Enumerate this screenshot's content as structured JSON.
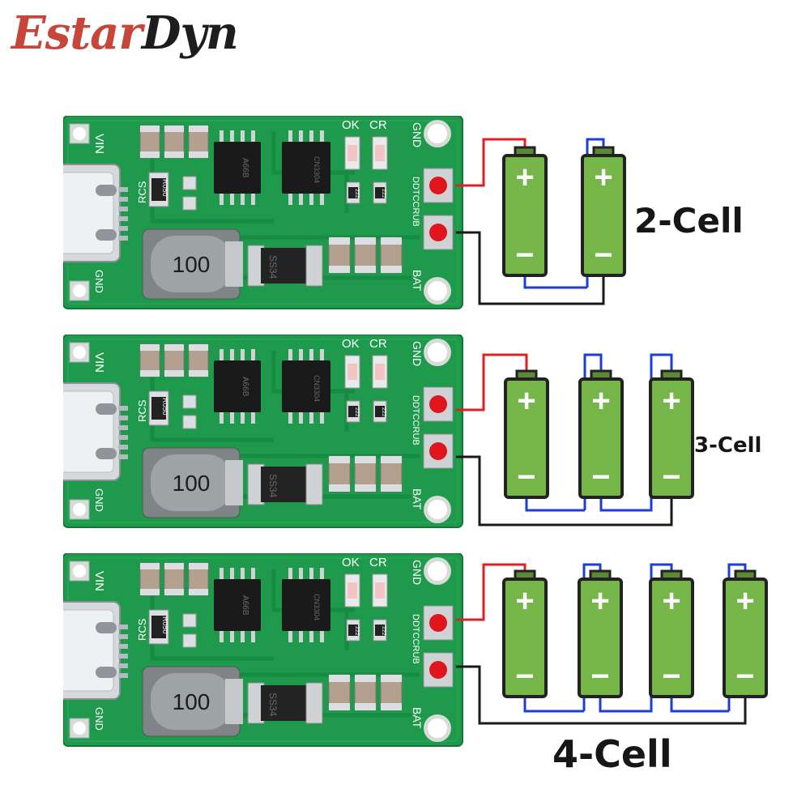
{
  "brand": {
    "part1": "Estar",
    "part2": "Dyn"
  },
  "board": {
    "vin": "VIN",
    "gnd": "GND",
    "ok": "OK",
    "cr": "CR",
    "rcs": "RCS",
    "r050": "R050",
    "ddtc": "DDTCCRUB",
    "bat": "BAT",
    "inductor": "100",
    "diode": "SS34",
    "chip1": "A66B",
    "chip2": "CN3304",
    "res222": "222"
  },
  "configs": [
    {
      "label": "2-Cell",
      "cells": 2
    },
    {
      "label": "3-Cell",
      "cells": 3
    },
    {
      "label": "4-Cell",
      "cells": 4
    }
  ],
  "battery": {
    "plus": "+",
    "minus": "−"
  },
  "colors": {
    "pcb": "#1f9a4c",
    "pcb_dark": "#157a39",
    "battery_fill": "#76b547",
    "battery_stroke": "#222222",
    "wire_positive": "#e02020",
    "wire_series": "#1b3fd6",
    "wire_negative": "#1a1a1a",
    "terminal_dot": "#e0161e"
  }
}
